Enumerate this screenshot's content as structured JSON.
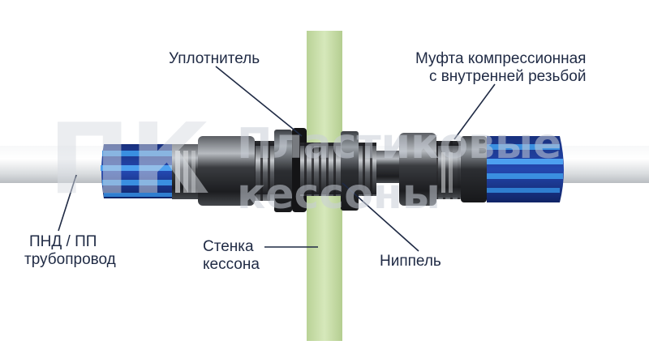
{
  "labels": {
    "seal": "Уплотнитель",
    "coupling_line1": "Муфта компрессионная",
    "coupling_line2": "с внутренней резьбой",
    "pipe_line1": "ПНД / ПП",
    "pipe_line2": "трубопровод",
    "wall_line1": "Стенка",
    "wall_line2": "кессона",
    "nipple": "Ниппель"
  },
  "watermark": {
    "logo": "ПК",
    "line1": "Пластиковые",
    "line2": "кессоны"
  },
  "colors": {
    "pipe": "#e6e8ea",
    "wall": "#cfe3b0",
    "fitting_blue": "#1f3fa0",
    "stripe_blue": "#3a8fe0",
    "body_dark": "#2a2c30",
    "label_text": "#1f2a44"
  }
}
